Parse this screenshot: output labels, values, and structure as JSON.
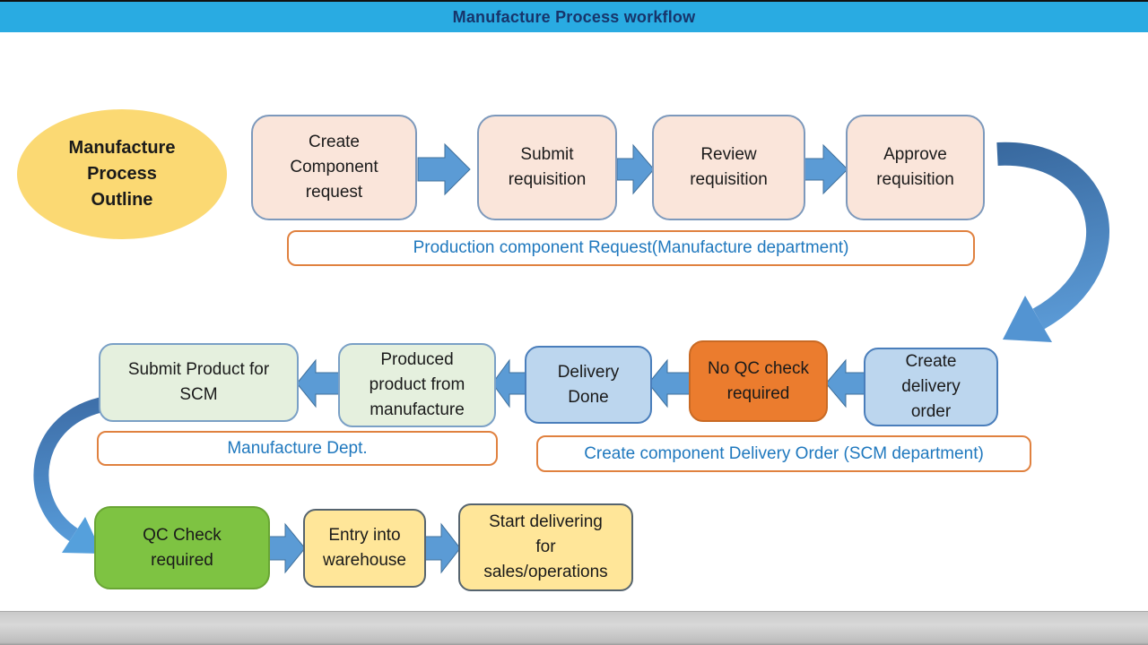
{
  "title": "Manufacture Process workflow",
  "outline": {
    "label": "Manufacture\nProcess\nOutline"
  },
  "stage1": {
    "boxes": [
      {
        "label": "Create\nComponent\nrequest"
      },
      {
        "label": "Submit\nrequisition"
      },
      {
        "label": "Review\nrequisition"
      },
      {
        "label": "Approve\nrequisition"
      }
    ],
    "caption": "Production component Request(Manufacture department)"
  },
  "stage2": {
    "boxes": [
      {
        "label": "Create\ndelivery\norder"
      },
      {
        "label": "No QC check\nrequired"
      },
      {
        "label": "Delivery\nDone"
      },
      {
        "label": "Produced\nproduct from\nmanufacture"
      },
      {
        "label": "Submit Product for\nSCM"
      }
    ],
    "captions": [
      "Manufacture Dept.",
      "Create component  Delivery  Order (SCM department)"
    ]
  },
  "stage3": {
    "boxes": [
      {
        "label": "QC Check\nrequired"
      },
      {
        "label": "Entry into\nwarehouse"
      },
      {
        "label": "Start delivering\nfor\nsales/operations"
      }
    ]
  },
  "colors": {
    "title_bar": "#29ABE2",
    "title_text": "#17356B",
    "arrow_blue": "#5B9BD5",
    "caption_text": "#1F78BE",
    "caption_border": "#E0813F",
    "stage1_box": "#FAE5DA",
    "delivery_box": "#BCD6EE",
    "manufacture_box": "#E5F0DE",
    "no_qc_box": "#EB7C2E",
    "qc_box": "#7EC342",
    "warehouse_box": "#FFE699",
    "outline_ellipse": "#FBD973"
  }
}
